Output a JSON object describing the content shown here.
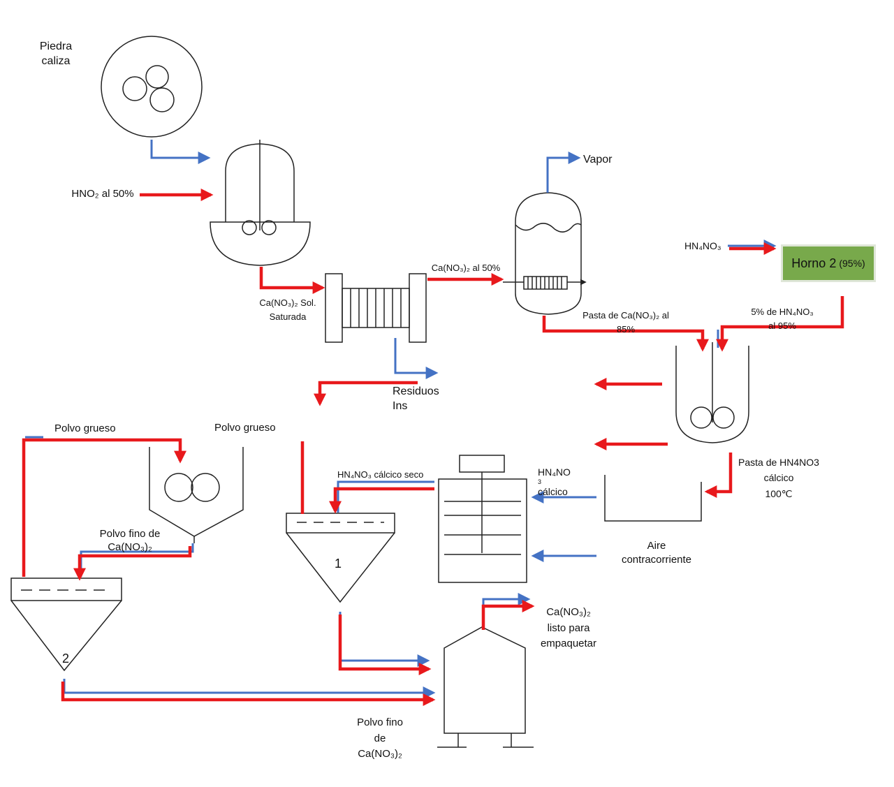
{
  "labels": {
    "piedra": "Piedra",
    "caliza": "caliza",
    "hno2": "HNO₂ al 50%",
    "sol_line1": "Ca(NO₃)₂ Sol.",
    "sol_line2": "Saturada",
    "ca50": "Ca(NO₃)₂ al 50%",
    "vapor": "Vapor",
    "hn4no3": "HN₄NO₃",
    "pasta_line1": "Pasta de Ca(NO₃)₂ al",
    "pasta_line2": "85%",
    "hn4no3_5_line1": "5% de HN₄NO₃",
    "hn4no3_5_line2": "al 95%",
    "residuos_line1": "Residuos",
    "residuos_line2": "Ins",
    "polvo_grueso_1": "Polvo grueso",
    "polvo_grueso_2": "Polvo grueso",
    "hn4no3_seco": "HN₄NO₃ cálcico seco",
    "hn4no_calcico_line1": "HN₄NO",
    "hn4no_calcico_sub": "3",
    "hn4no_calcico_line2": "cálcico",
    "pasta_hn4_line1": "Pasta de HN4NO3",
    "pasta_hn4_line2": "cálcico",
    "pasta_hn4_line3": "100℃",
    "polvo_fino_top_line1": "Polvo fino de",
    "polvo_fino_top_line2": "Ca(NO₃)₂",
    "aire_line1": "Aire",
    "aire_line2": "contracorriente",
    "listo_line1": "Ca(NO₃)₂",
    "listo_line2": "listo para",
    "listo_line3": "empaquetar",
    "polvo_fino_bot_line1": "Polvo fino",
    "polvo_fino_bot_line2": "de",
    "polvo_fino_bot_line3": "Ca(NO₃)₂",
    "num1": "1",
    "num2": "2"
  },
  "horno": {
    "name": "Horno 2",
    "pct": "(95%)"
  },
  "colors": {
    "red": "#e8191c",
    "blue": "#4472c4",
    "horno": "#78a94b",
    "equipment": "#222222"
  }
}
